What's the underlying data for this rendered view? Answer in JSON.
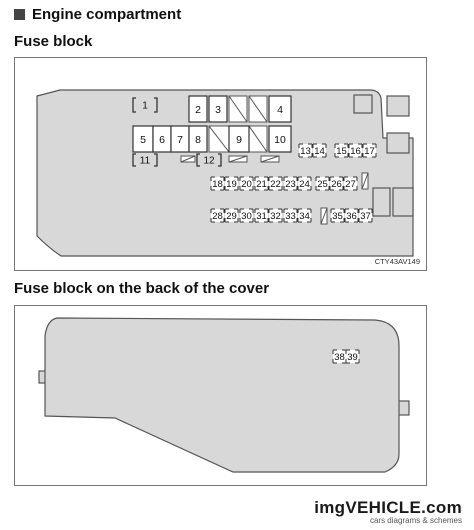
{
  "section_title": "Engine compartment",
  "diagram1": {
    "title": "Fuse block",
    "code": "CTY43AV149",
    "fuses": [
      "1",
      "2",
      "3",
      "4",
      "5",
      "6",
      "7",
      "8",
      "9",
      "10",
      "11",
      "12",
      "13",
      "14",
      "15",
      "16",
      "17",
      "18",
      "19",
      "20",
      "21",
      "22",
      "23",
      "24",
      "25",
      "26",
      "27",
      "28",
      "29",
      "30",
      "31",
      "32",
      "33",
      "34",
      "35",
      "36",
      "37"
    ]
  },
  "diagram2": {
    "title": "Fuse block on the back of the cover",
    "fuses": [
      "38",
      "39"
    ]
  },
  "watermark": {
    "main": "imgVEHICLE.com",
    "sub": "cars diagrams & schemes"
  },
  "colors": {
    "housing": "#d8d8d8",
    "outline": "#555555",
    "fuse_fill": "#ffffff"
  }
}
